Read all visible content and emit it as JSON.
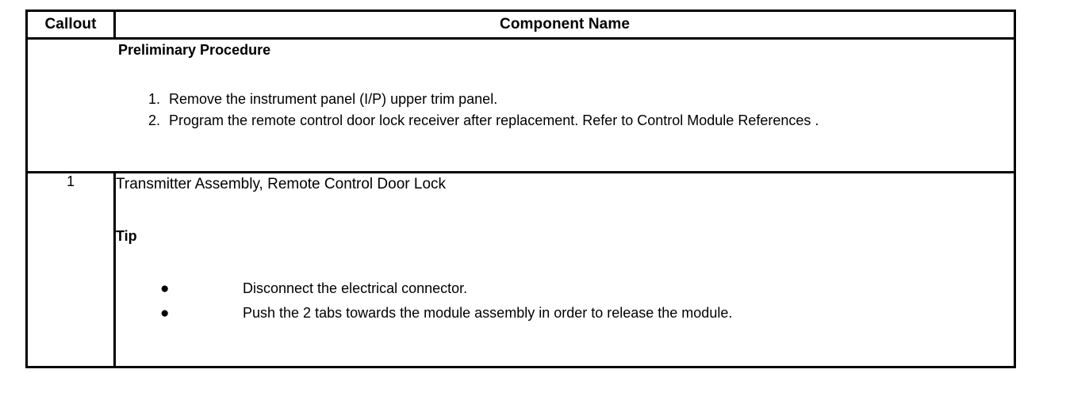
{
  "table": {
    "headers": {
      "callout": "Callout",
      "component_name": "Component Name"
    },
    "preliminary": {
      "heading": "Preliminary Procedure",
      "steps": [
        {
          "number": "1.",
          "text": "Remove the instrument panel (I/P) upper trim panel."
        },
        {
          "number": "2.",
          "text": "Program the remote control door lock receiver after replacement. Refer to Control Module References ."
        }
      ]
    },
    "rows": [
      {
        "callout": "1",
        "component_name": "Transmitter Assembly, Remote Control Door Lock",
        "tip_heading": "Tip",
        "tip_bullets": [
          {
            "marker": "●",
            "text": "Disconnect the electrical connector."
          },
          {
            "marker": "●",
            "text": "Push the 2 tabs towards the module assembly in order to release the module."
          }
        ]
      }
    ]
  },
  "colors": {
    "border": "#000000",
    "text": "#000000",
    "background": "#ffffff"
  }
}
